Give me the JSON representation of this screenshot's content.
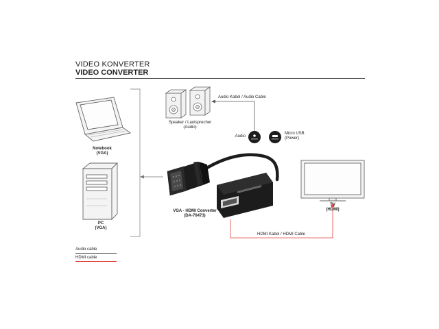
{
  "header": {
    "title_de": "VIDEO KONVERTER",
    "title_en": "VIDEO CONVERTER"
  },
  "labels": {
    "notebook": "Notebook",
    "notebook_port": "(VGA)",
    "pc": "PC",
    "pc_port": "(VGA)",
    "speaker_line1": "Speaker / Lautsprecher",
    "speaker_line2": "(Audio)",
    "audio_cable": "Audio Kabel / Audio Cable",
    "audio": "Audio",
    "micro_usb_line1": "Micro USB",
    "micro_usb_line2": "(Power)",
    "converter_line1": "VGA - HDMI Converter",
    "converter_line2": "(DA-70473)",
    "tv": "TV",
    "tv_port": "(HDMI)",
    "hdmi_cable": "HDMI Kabel / HDMI Cable"
  },
  "legend": {
    "audio": "Audio cable",
    "hdmi": "HDMI cable"
  },
  "colors": {
    "audio_cable": "#555555",
    "hdmi_cable": "#e2453c",
    "device_outline": "#666666",
    "device_fill": "#f4f4f4",
    "converter": "#1c1c1c"
  }
}
